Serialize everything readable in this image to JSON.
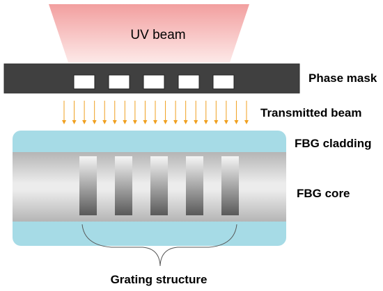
{
  "labels": {
    "uv_beam": "UV beam",
    "phase_mask": "Phase mask",
    "transmitted_beam": "Transmitted beam",
    "fbg_cladding": "FBG cladding",
    "fbg_core": "FBG core",
    "grating_structure": "Grating structure"
  },
  "counts": {
    "mask_slits": 5,
    "grating_bars": 5,
    "transmitted_arrows": 19
  },
  "colors": {
    "uv_beam_top": "#f29f9f",
    "uv_beam_bottom": "#fde9e8",
    "phase_mask": "#404040",
    "mask_slit": "#ffffff",
    "arrow": "#f0a020",
    "cladding": "#a6dbe6",
    "core_mid": "#ececec",
    "core_edge": "#b5b5b5",
    "grating_dark": "#595959",
    "grating_light": "#f5f5f5",
    "bracket": "#555555"
  }
}
